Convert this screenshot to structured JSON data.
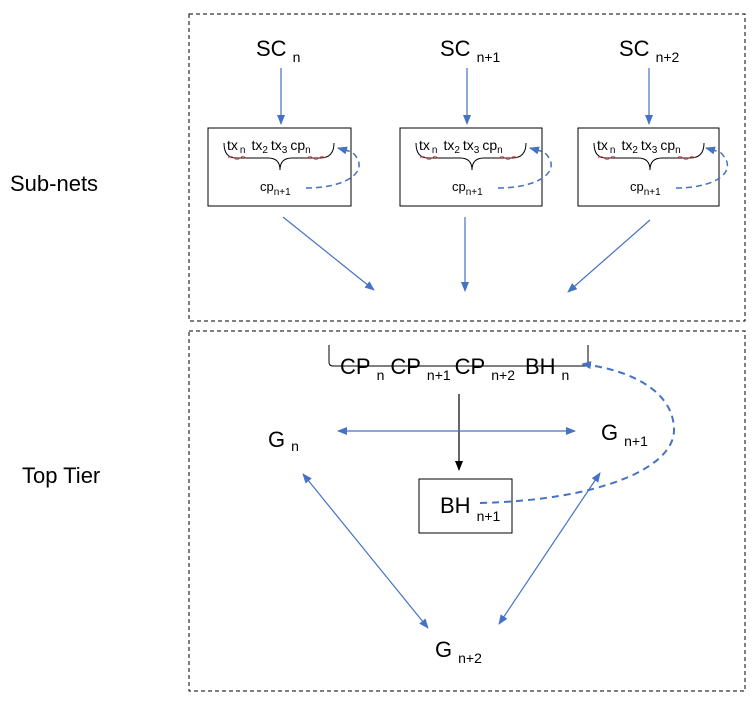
{
  "tiers": {
    "subnets_label": "Sub-nets",
    "top_label": "Top Tier"
  },
  "subnets": [
    {
      "sc": "SC",
      "sc_sub": "n",
      "tx1": "tx",
      "tx1_sub": "n",
      "tx2": "tx",
      "tx2_sub": "2",
      "tx3": "tx",
      "tx3_sub": "3",
      "cp": "cp",
      "cp_sub": "n",
      "cp_out": "cp",
      "cp_out_sub": "n+1"
    },
    {
      "sc": "SC",
      "sc_sub": "n+1",
      "tx1": "tx",
      "tx1_sub": "n",
      "tx2": "tx",
      "tx2_sub": "2",
      "tx3": "tx",
      "tx3_sub": "3",
      "cp": "cp",
      "cp_sub": "n",
      "cp_out": "cp",
      "cp_out_sub": "n+1"
    },
    {
      "sc": "SC",
      "sc_sub": "n+2",
      "tx1": "tx",
      "tx1_sub": "n",
      "tx2": "tx",
      "tx2_sub": "2",
      "tx3": "tx",
      "tx3_sub": "3",
      "cp": "cp",
      "cp_sub": "n",
      "cp_out": "cp",
      "cp_out_sub": "n+1"
    }
  ],
  "top": {
    "cp1": "CP",
    "cp1_sub": "n",
    "cp2": "CP",
    "cp2_sub": "n+1",
    "cp3": "CP",
    "cp3_sub": "n+2",
    "bh": "BH",
    "bh_sub": "n",
    "bh_new": "BH",
    "bh_new_sub": "n+1"
  },
  "nodes": {
    "g_left": "G",
    "g_left_sub": "n",
    "g_right": "G",
    "g_right_sub": "n+1",
    "g_bottom": "G",
    "g_bottom_sub": "n+2"
  },
  "colors": {
    "arrow": "#4472C4",
    "black": "#000000",
    "squiggle": "#D93B3B"
  }
}
